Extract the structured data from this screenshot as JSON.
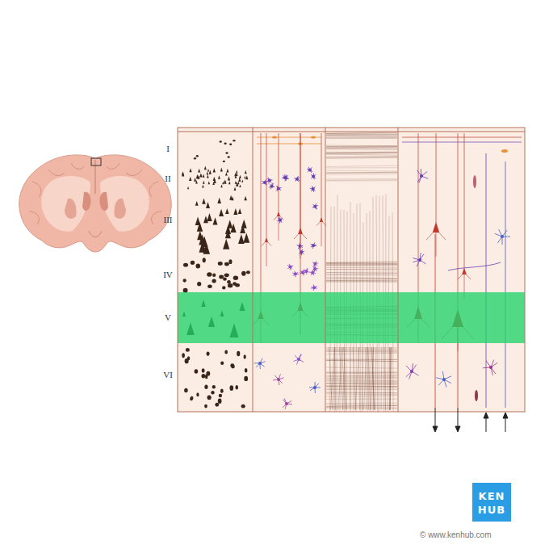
{
  "diagram": {
    "labels": [
      "I",
      "II",
      "III",
      "IV",
      "V",
      "VI",
      "KEN",
      "HUB",
      "© www.kenhub.com"
    ]
  }
}
